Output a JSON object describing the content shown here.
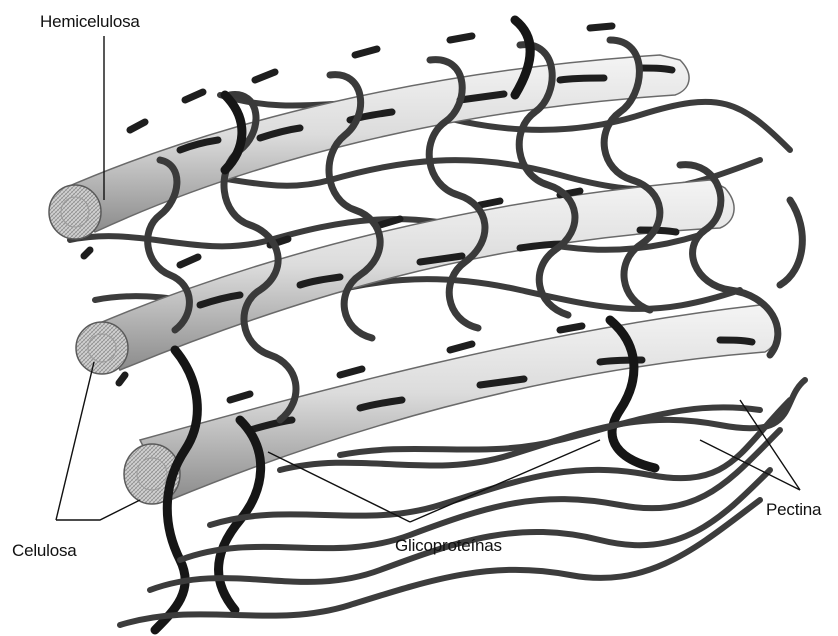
{
  "figure": {
    "labels": {
      "hemicellulose": "Hemicelulosa",
      "cellulose": "Celulosa",
      "glycoproteins": "Glicoproteínas",
      "pectin": "Pectina"
    },
    "colors": {
      "fiber_light": "#e6e6e6",
      "fiber_dark": "#9a9a9a",
      "strand": "#3c3c3c",
      "strand_dark": "#161616",
      "leader_line": "#111111"
    }
  }
}
